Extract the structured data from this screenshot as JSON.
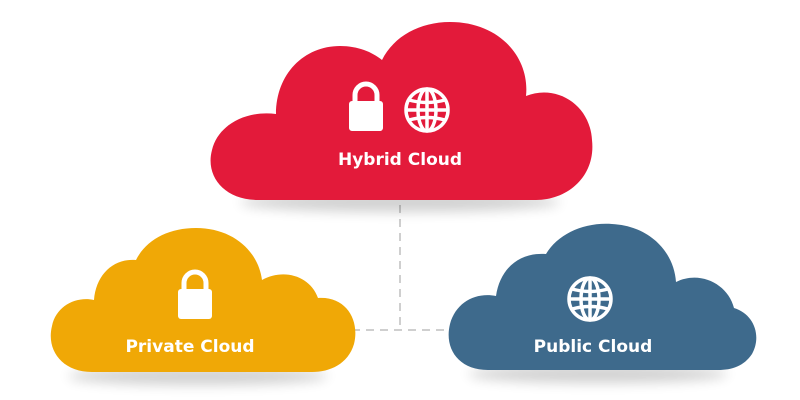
{
  "colors": {
    "hybrid": "#e31a3a",
    "private": "#f0a806",
    "public": "#3e6a8c",
    "connector": "#cfcfcf",
    "icon": "#ffffff"
  },
  "clouds": {
    "hybrid": {
      "label": "Hybrid Cloud",
      "icons": [
        "lock-icon",
        "globe-icon"
      ]
    },
    "private": {
      "label": "Private Cloud",
      "icons": [
        "lock-icon"
      ]
    },
    "public": {
      "label": "Public Cloud",
      "icons": [
        "globe-icon"
      ]
    }
  }
}
